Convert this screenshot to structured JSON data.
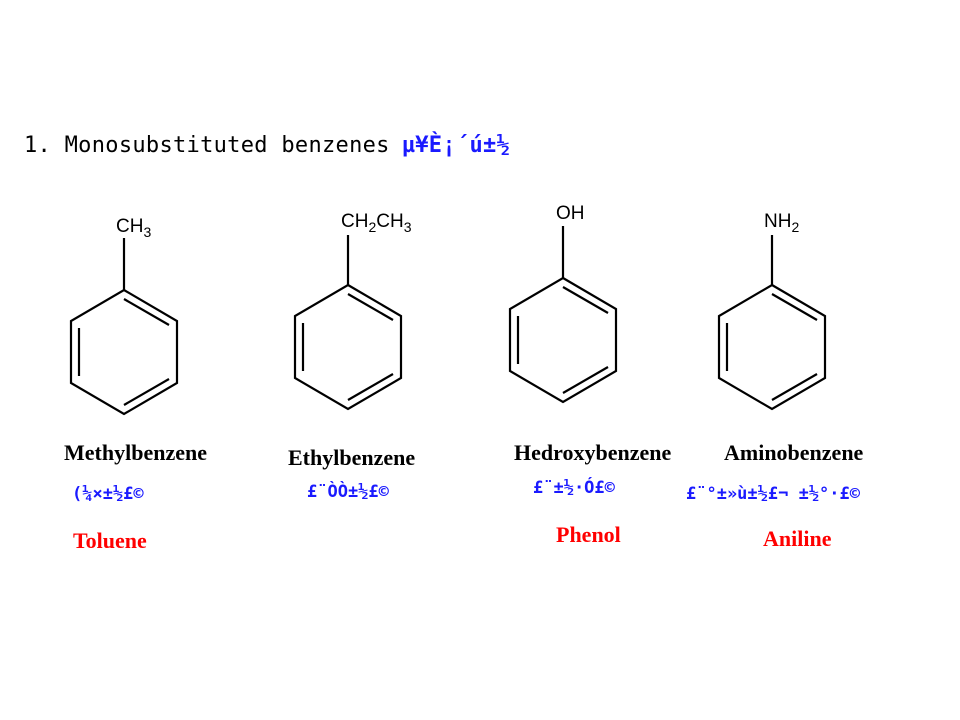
{
  "slide": {
    "heading": "1. Monosubstituted benzenes",
    "heading_garbled": "µ¥È¡´ú±½",
    "label_color": "#1a1aff",
    "common_name_color": "#ff0000"
  },
  "compounds": [
    {
      "substituent": "CH3",
      "substituent_parts": [
        "CH",
        "3",
        ""
      ],
      "systematic_name": "Methylbenzene",
      "garbled_name": "(¼×±½£©",
      "common_name": "Toluene"
    },
    {
      "substituent": "CH2CH3",
      "substituent_parts": [
        "CH",
        "2",
        "CH",
        "3"
      ],
      "systematic_name": "Ethylbenzene",
      "garbled_name": "£¨ÒÒ±½£©",
      "common_name": ""
    },
    {
      "substituent": "OH",
      "substituent_parts": [
        "OH"
      ],
      "systematic_name": "Hedroxybenzene",
      "garbled_name": "£¨±½·Ó£©",
      "common_name": "Phenol"
    },
    {
      "substituent": "NH2",
      "substituent_parts": [
        "NH",
        "2"
      ],
      "systematic_name": "Aminobenzene",
      "garbled_name": "£¨°±»ù±½£¬ ±½°·£©",
      "common_name": "Aniline"
    }
  ]
}
